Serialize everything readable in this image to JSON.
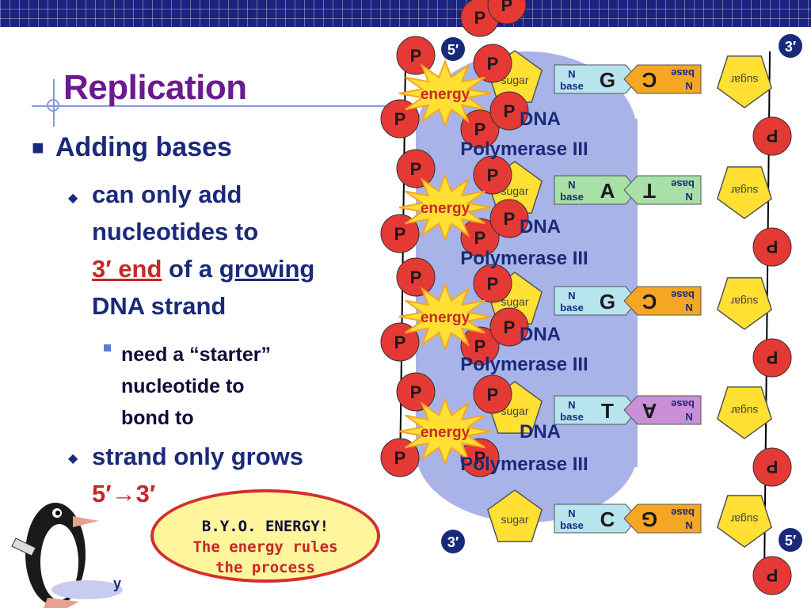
{
  "slide": {
    "title": "Replication",
    "bullet1": "Adding bases",
    "sub1": {
      "line1": "can only add",
      "line2": "nucleotides to",
      "end_text": "3′ end",
      "of_a": "of a",
      "growing": "growing",
      "line4": "DNA strand"
    },
    "sub1_detail": {
      "line1": "need a “starter”",
      "line2": "nucleotide to",
      "line3": "bond to"
    },
    "sub2": {
      "line1": "strand only grows",
      "direction": "5′→3′"
    },
    "footer_fragment": "y"
  },
  "callout": {
    "line1": "B.Y.O. ENERGY!",
    "line2": "The energy rules",
    "line3": "the process"
  },
  "diagram": {
    "label_5prime_top": "5′",
    "label_3prime_top": "3′",
    "label_3prime_bottom": "3′",
    "label_5prime_bottom": "5′",
    "phosphate": "P",
    "sugar": "sugar",
    "n_base": "N base",
    "energy": "energy",
    "polymerase_line1": "DNA",
    "polymerase_line2": "Polymerase III",
    "pairs": [
      {
        "left": "G",
        "right": "C"
      },
      {
        "left": "A",
        "right": "T"
      },
      {
        "left": "G",
        "right": "C"
      },
      {
        "left": "T",
        "right": "A"
      },
      {
        "left": "C",
        "right": "G"
      }
    ]
  },
  "colors": {
    "title": "#6b1a8f",
    "text": "#1a2a7a",
    "highlight": "#c62828",
    "phosphate": "#e53935",
    "sugar": "#ffe033",
    "base_G": "#f5a623",
    "base_A": "#c990d8",
    "base_T": "#a8e0a8",
    "base_C": "#f5a623",
    "polymerase": "#a8b4e8"
  }
}
